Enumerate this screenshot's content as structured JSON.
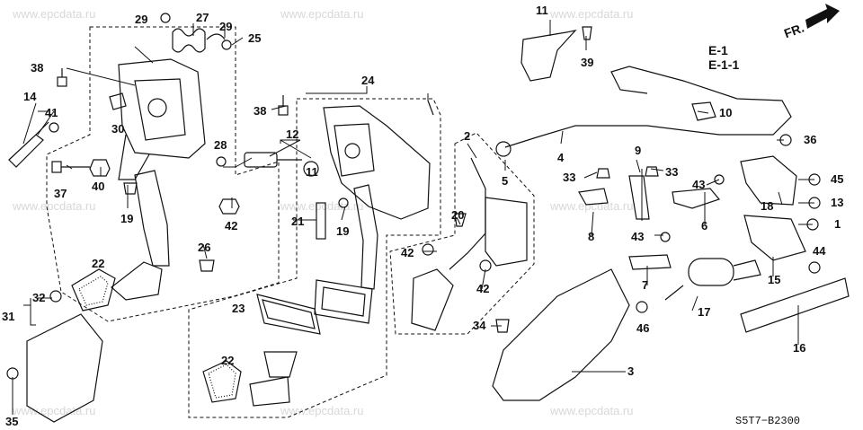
{
  "watermark": "www.epcdata.ru",
  "direction_label": "FR.",
  "section_ref": [
    "E-1",
    "E-1-1"
  ],
  "diagram_code": "S5T7−B2300",
  "callouts": [
    "1",
    "2",
    "3",
    "4",
    "5",
    "6",
    "7",
    "8",
    "9",
    "10",
    "11",
    "12",
    "13",
    "14",
    "15",
    "16",
    "17",
    "18",
    "19",
    "20",
    "21",
    "22",
    "23",
    "24",
    "25",
    "26",
    "27",
    "28",
    "29",
    "30",
    "31",
    "32",
    "33",
    "34",
    "35",
    "36",
    "37",
    "38",
    "39",
    "40",
    "41",
    "42",
    "43",
    "44",
    "45",
    "46"
  ]
}
